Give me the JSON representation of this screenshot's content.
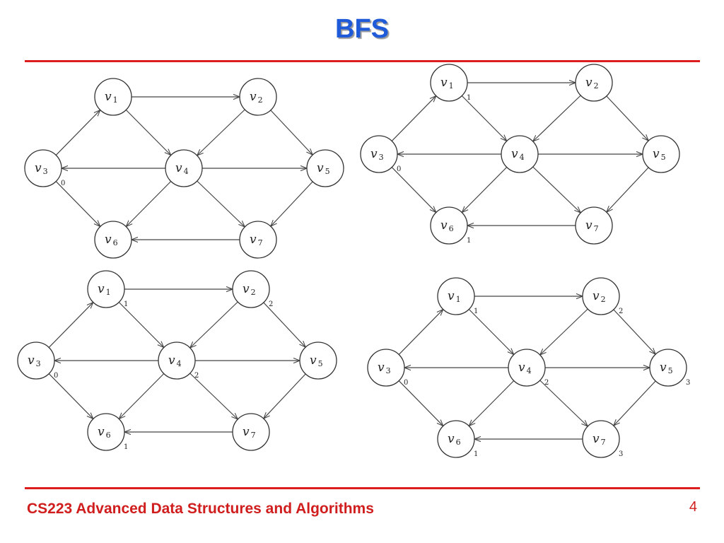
{
  "slide": {
    "title": "BFS",
    "footer_course": "CS223 Advanced Data Structures and Algorithms",
    "page_number": "4"
  },
  "graph": {
    "vertices": [
      {
        "id": "v1",
        "base": "v",
        "sub": "1"
      },
      {
        "id": "v2",
        "base": "v",
        "sub": "2"
      },
      {
        "id": "v3",
        "base": "v",
        "sub": "3"
      },
      {
        "id": "v4",
        "base": "v",
        "sub": "4"
      },
      {
        "id": "v5",
        "base": "v",
        "sub": "5"
      },
      {
        "id": "v6",
        "base": "v",
        "sub": "6"
      },
      {
        "id": "v7",
        "base": "v",
        "sub": "7"
      }
    ],
    "edges": [
      [
        "v1",
        "v2"
      ],
      [
        "v1",
        "v4"
      ],
      [
        "v2",
        "v4"
      ],
      [
        "v2",
        "v5"
      ],
      [
        "v3",
        "v1"
      ],
      [
        "v3",
        "v6"
      ],
      [
        "v4",
        "v3"
      ],
      [
        "v4",
        "v5"
      ],
      [
        "v4",
        "v6"
      ],
      [
        "v4",
        "v7"
      ],
      [
        "v5",
        "v7"
      ],
      [
        "v7",
        "v6"
      ]
    ]
  },
  "panels": [
    {
      "name": "bfs-step-1",
      "distances": {
        "v3": "0"
      }
    },
    {
      "name": "bfs-step-2",
      "distances": {
        "v3": "0",
        "v1": "1",
        "v6": "1"
      }
    },
    {
      "name": "bfs-step-3",
      "distances": {
        "v3": "0",
        "v1": "1",
        "v6": "1",
        "v2": "2",
        "v4": "2"
      }
    },
    {
      "name": "bfs-step-4",
      "distances": {
        "v3": "0",
        "v1": "1",
        "v6": "1",
        "v2": "2",
        "v4": "2",
        "v5": "3",
        "v7": "3"
      }
    }
  ]
}
